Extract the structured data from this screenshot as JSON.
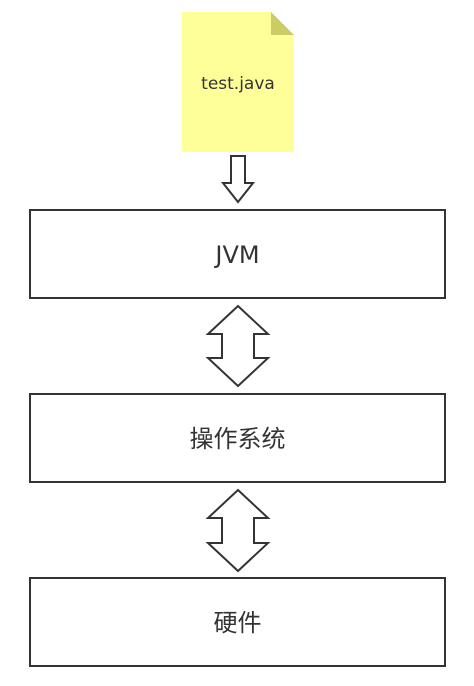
{
  "diagram": {
    "file_note": {
      "label": "test.java",
      "fill": "#ffff99",
      "fold_color": "#cccc66"
    },
    "boxes": {
      "jvm": "JVM",
      "os": "操作系统",
      "hardware": "硬件"
    },
    "colors": {
      "stroke": "#333333",
      "text": "#333333",
      "box_fill": "#ffffff",
      "arrow_fill": "#ffffff"
    },
    "arrows": {
      "file_to_jvm": "one-way-down",
      "jvm_os": "bidirectional",
      "os_hardware": "bidirectional"
    }
  }
}
